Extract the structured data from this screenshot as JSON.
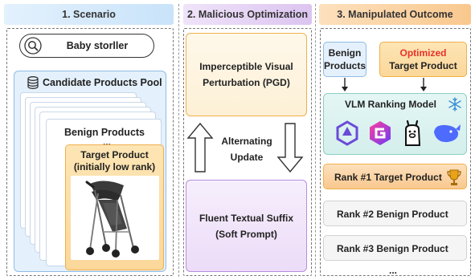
{
  "headers": {
    "scenario": "1. Scenario",
    "optimization": "2. Malicious Optimization",
    "outcome": "3. Manipulated Outcome"
  },
  "scenario": {
    "search_query": "Baby storller",
    "pool_title": "Candidate Products Pool",
    "benign_label": "Benign Products",
    "ellipsis": "...",
    "target_line1": "Target Product",
    "target_line2": "(initially low rank)"
  },
  "optimization": {
    "visual_line1": "Imperceptible Visual",
    "visual_line2": "Perturbation (PGD)",
    "alt_line1": "Alternating",
    "alt_line2": "Update",
    "textual_line1": "Fluent Textual Suffix",
    "textual_line2": "(Soft Prompt)"
  },
  "outcome": {
    "benign_line1": "Benign",
    "benign_line2": "Products",
    "optimized_line1": "Optimized",
    "optimized_line2": "Target Product",
    "vlm_title": "VLM Ranking Model",
    "rank1": "Rank #1 Target Product",
    "rank2": "Rank #2 Benign Product",
    "rank3": "Rank #3 Benign Product",
    "ellipsis": "..."
  },
  "colors": {
    "scenario_header": "#cfe6fb",
    "optimization_header": "#e6d3f5",
    "outcome_header": "#fbd2a2",
    "optimized_red": "#e8332a"
  },
  "icons": [
    "search-icon",
    "database-icon",
    "stroller-image",
    "snowflake-icon",
    "model-logo-1",
    "model-logo-2",
    "llama-logo",
    "whale-logo",
    "trophy-icon"
  ]
}
